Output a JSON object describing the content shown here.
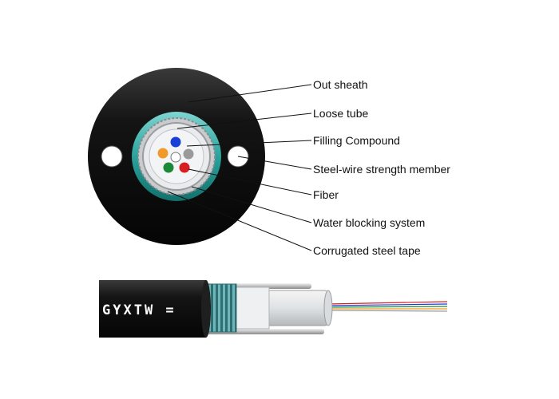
{
  "callouts": [
    {
      "label": "Out sheath"
    },
    {
      "label": "Loose tube"
    },
    {
      "label": "Filling Compound"
    },
    {
      "label": "Steel-wire strength member"
    },
    {
      "label": "Fiber"
    },
    {
      "label": "Water blocking system"
    },
    {
      "label": "Corrugated steel tape"
    }
  ],
  "cable_print": {
    "text": "GYXTW ="
  },
  "colors": {
    "sheath": "#141414",
    "water_blocking": "#2aa39d",
    "steel_tape": "#b9bcbf",
    "loose_tube": "#e6e8ea",
    "fiber_blue": "#1a3fd6",
    "fiber_orange": "#f09a2a",
    "fiber_gray": "#9a9a9a",
    "fiber_green": "#1a8a3a",
    "fiber_red": "#d81f1f",
    "fiber_white": "#ffffff"
  }
}
